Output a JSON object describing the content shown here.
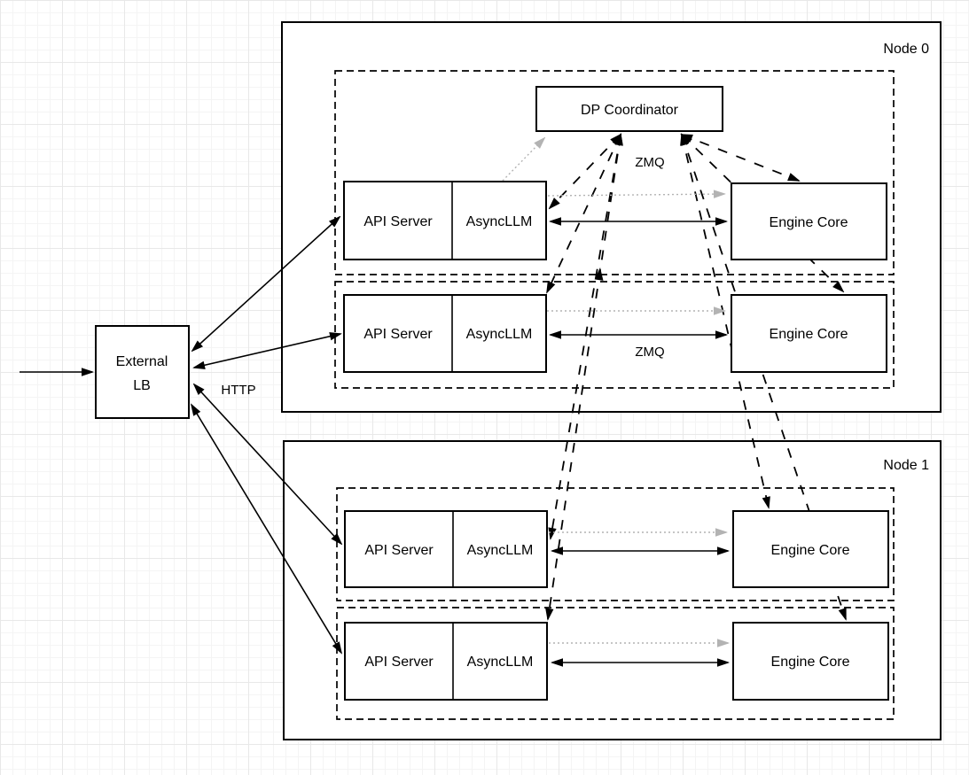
{
  "colors": {
    "line": "#000000",
    "coordination_gray": "#b3b3b3",
    "box_fill": "#ffffff"
  },
  "external_lb": {
    "line1": "External",
    "line2": "LB"
  },
  "coordinator": {
    "label": "DP Coordinator"
  },
  "edge_labels": {
    "http": "HTTP",
    "zmq_coordinator": "ZMQ",
    "zmq_engine": "ZMQ"
  },
  "nodes": [
    {
      "label": "Node 0",
      "rows": [
        {
          "api_server": "API Server",
          "async_llm": "AsyncLLM",
          "engine_core": "Engine Core"
        },
        {
          "api_server": "API Server",
          "async_llm": "AsyncLLM",
          "engine_core": "Engine Core"
        }
      ]
    },
    {
      "label": "Node 1",
      "rows": [
        {
          "api_server": "API Server",
          "async_llm": "AsyncLLM",
          "engine_core": "Engine Core"
        },
        {
          "api_server": "API Server",
          "async_llm": "AsyncLLM",
          "engine_core": "Engine Core"
        }
      ]
    }
  ]
}
